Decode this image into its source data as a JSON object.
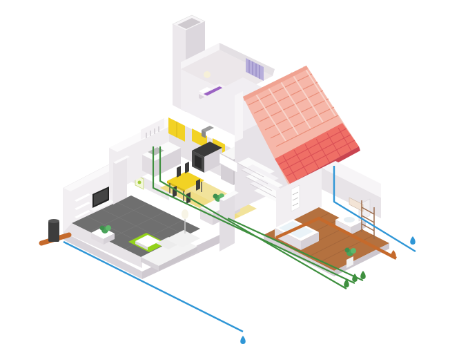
{
  "colors": {
    "background": "#ffffff",
    "wall_light": "#f3f0f2",
    "wall_mid": "#e6e2e6",
    "wall_dark": "#d7d2d8",
    "living_floor": "#6f6f6f",
    "kitchen_floor": "#f2e39b",
    "bath_floor": "#b4713f",
    "roof_tiles": "#ef6f66",
    "roof_tiles_dark": "#e45b5b",
    "roof_battens": "#f6b7a9",
    "kitchen_cabinets": "#f2d224",
    "bedroom_bed": "#8f5ab8",
    "sofa": "#e6e6e6",
    "rug": "#93d21b",
    "plant": "#4aa35a",
    "water_line": "#2f96d6",
    "drain_line": "#3e8f3e",
    "sewer_pipe": "#c56a2c",
    "stand_pipe": "#3d3d3d",
    "window_purple": "#9f90c8"
  },
  "icons": {
    "water_drop": "water-drop-icon",
    "green_drop": "green-drop-icon",
    "brown_drop": "brown-drop-icon",
    "plant": "plant-icon"
  },
  "lines": [
    {
      "kind": "water",
      "endpoint": "water-drop"
    },
    {
      "kind": "water",
      "endpoint": "water-drop"
    },
    {
      "kind": "drain",
      "endpoint": "green-drop"
    },
    {
      "kind": "drain",
      "endpoint": "green-drop"
    },
    {
      "kind": "drain",
      "endpoint": "green-drop"
    },
    {
      "kind": "sewer",
      "endpoint": "brown-drop"
    }
  ]
}
